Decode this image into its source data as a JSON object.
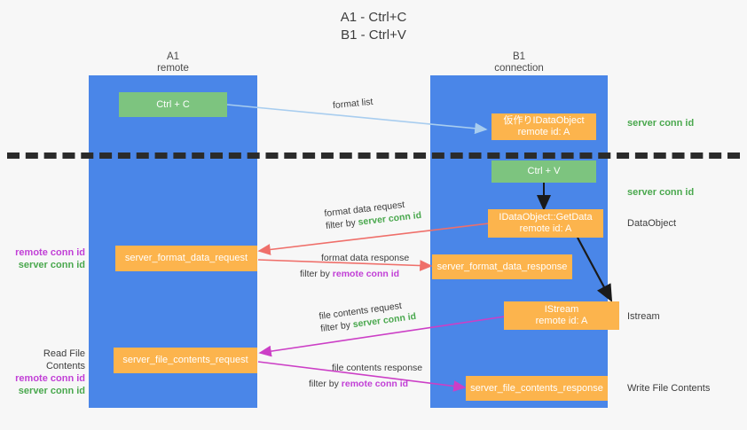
{
  "title": {
    "line1": "A1 - Ctrl+C",
    "line2": "B1 - Ctrl+V"
  },
  "columns": [
    {
      "name": "A1",
      "sub": "remote"
    },
    {
      "name": "B1",
      "sub": "connection"
    }
  ],
  "nodes": {
    "ctrl_c": "Ctrl + C",
    "ctrl_v": "Ctrl + V",
    "temp_dataobject_l1": "仮作りIDataObject",
    "temp_dataobject_l2": "remote id: A",
    "getdata_l1": "IDataObject::GetData",
    "getdata_l2": "remote id: A",
    "istream_l1": "IStream",
    "istream_l2": "remote id: A",
    "server_format_data_request": "server_format_data_request",
    "server_format_data_response": "server_format_data_response",
    "server_file_contents_request": "server_file_contents_request",
    "server_file_contents_response": "server_file_contents_response"
  },
  "edges": {
    "format_list": "format list",
    "format_data_request": "format data request",
    "format_data_request_filter_pre": "filter by ",
    "format_data_request_filter_key": "server conn id",
    "format_data_response": "format data response",
    "format_data_response_filter_pre": "filter by ",
    "format_data_response_filter_key": "remote conn id",
    "file_contents_request": "file contents request",
    "file_contents_request_filter_pre": "filter by ",
    "file_contents_request_filter_key": "server conn id",
    "file_contents_response": "file contents response",
    "file_contents_response_filter_pre": "filter by ",
    "file_contents_response_filter_key": "remote conn id"
  },
  "right_labels": {
    "server_conn_id_top": "server conn id",
    "server_conn_id_mid": "server conn id",
    "dataobject": "DataObject",
    "istream": "Istream",
    "write_file_contents": "Write File Contents"
  },
  "left_labels": {
    "remote_conn_id_1": "remote conn id",
    "server_conn_id_1": "server conn id",
    "read_file_contents": "Read File Contents",
    "remote_conn_id_2": "remote conn id",
    "server_conn_id_2": "server conn id"
  },
  "colors": {
    "lane_blue": "#4a86e8",
    "node_green": "#7dc47f",
    "node_orange": "#fcb44d",
    "arrow_lightblue": "#a8cdef",
    "arrow_red": "#ef6f6a",
    "arrow_magenta": "#cc3fc6",
    "arrow_black": "#1a1a1a",
    "text_green": "#4aa84e",
    "text_purple": "#c13fd6",
    "background": "#f7f7f7"
  }
}
